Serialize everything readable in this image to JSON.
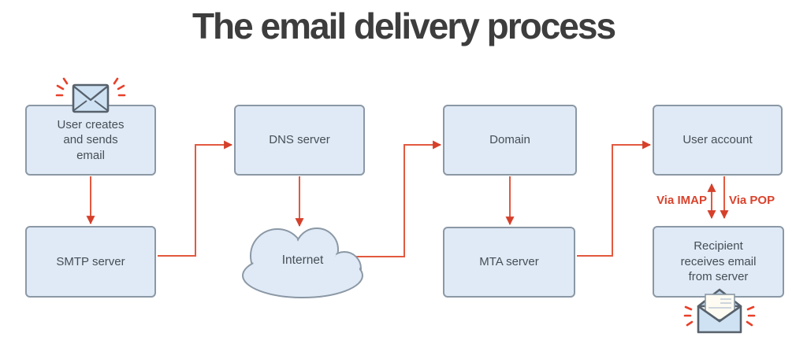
{
  "title": "The email delivery process",
  "nodes": {
    "user_creates": "User creates\nand sends\nemail",
    "smtp": "SMTP server",
    "dns": "DNS server",
    "internet": "Internet",
    "domain": "Domain",
    "mta": "MTA server",
    "user_account": "User account",
    "recipient": "Recipient\nreceives email\nfrom server"
  },
  "edge_labels": {
    "imap": "Via IMAP",
    "pop": "Via POP"
  },
  "icons": {
    "sent_email": "closed-envelope-icon",
    "received_email": "open-envelope-icon"
  },
  "colors": {
    "arrow_red": "#e2593f",
    "arrowhead_red": "#d5402b",
    "label_red": "#d9432d",
    "node_fill": "#dfeaf6",
    "node_border": "#8b98a5",
    "node_text": "#464e56",
    "title_text": "#3d3d3d",
    "envelope_fill": "#cfe2f3",
    "envelope_stroke": "#57616c"
  }
}
